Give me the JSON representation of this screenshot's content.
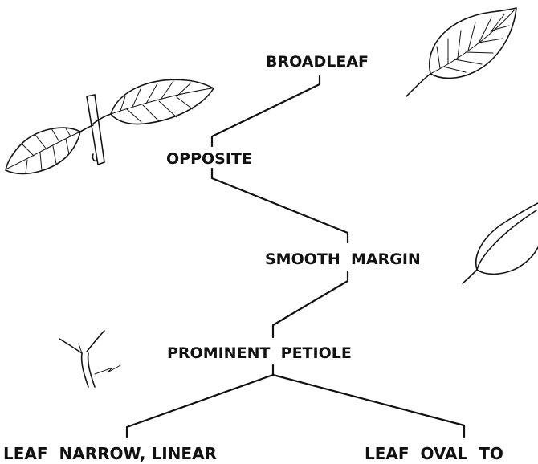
{
  "diagram": {
    "nodes": {
      "broadleaf": "BROADLEAF",
      "opposite": "OPPOSITE",
      "smooth_margin": "SMOOTH  MARGIN",
      "prominent_petiole": "PROMINENT  PETIOLE"
    },
    "branches": {
      "left": "LEAF  NARROW, LINEAR",
      "right": "LEAF  OVAL  TO"
    },
    "illustrations": [
      "broadleaf-leaf-icon",
      "opposite-leaves-icon",
      "smooth-margin-leaf-icon",
      "petiole-sketch-icon"
    ]
  }
}
